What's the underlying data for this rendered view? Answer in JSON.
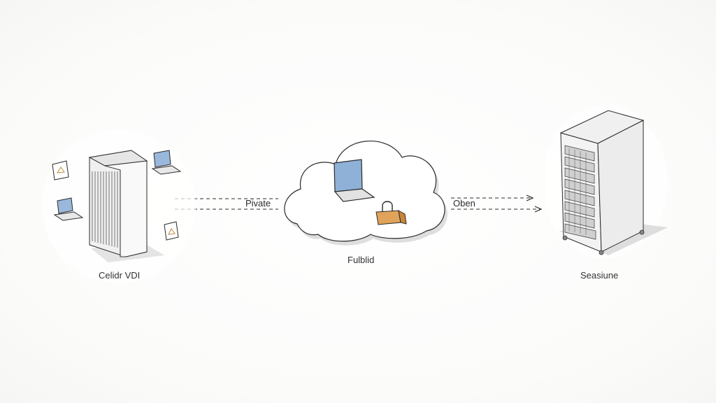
{
  "diagram": {
    "nodes": {
      "left": {
        "label": "Celidr VDI",
        "icon": "server-tower-icon"
      },
      "center": {
        "label": "Fulblid",
        "icon": "cloud-icon"
      },
      "right": {
        "label": "Seasiune",
        "icon": "server-rack-icon"
      }
    },
    "edges": {
      "left_to_center": {
        "label": "Pivate"
      },
      "center_to_right": {
        "label": "Oben"
      }
    },
    "colors": {
      "stroke": "#2a2a2a",
      "screen_blue": "#8fb1d8",
      "lock_orange": "#e0a35a",
      "shadow": "#dcdcdc"
    }
  }
}
